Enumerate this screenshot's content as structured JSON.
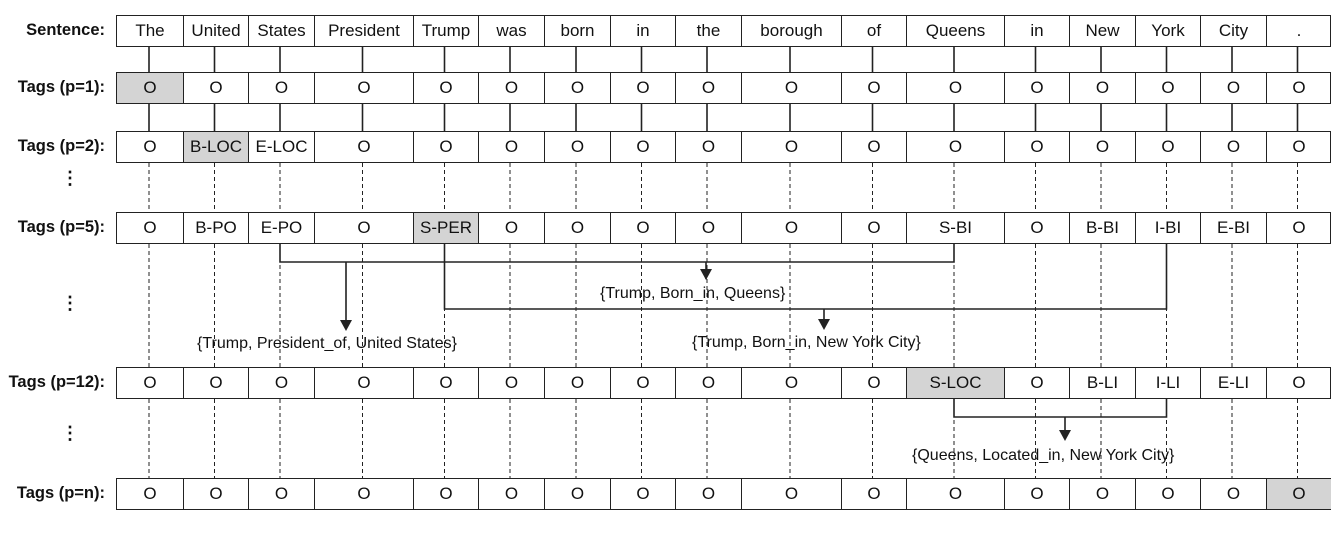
{
  "sentence": {
    "label": "Sentence:",
    "tokens": [
      "The",
      "United",
      "States",
      "President",
      "Trump",
      "was",
      "born",
      "in",
      "the",
      "borough",
      "of",
      "Queens",
      "in",
      "New",
      "York",
      "City",
      "."
    ]
  },
  "tag_rows": [
    {
      "label": "Tags (p=1):",
      "tags": [
        "O",
        "O",
        "O",
        "O",
        "O",
        "O",
        "O",
        "O",
        "O",
        "O",
        "O",
        "O",
        "O",
        "O",
        "O",
        "O",
        "O"
      ],
      "highlight": [
        0
      ]
    },
    {
      "label": "Tags (p=2):",
      "tags": [
        "O",
        "B-LOC",
        "E-LOC",
        "O",
        "O",
        "O",
        "O",
        "O",
        "O",
        "O",
        "O",
        "O",
        "O",
        "O",
        "O",
        "O",
        "O"
      ],
      "highlight": [
        1
      ]
    },
    {
      "label": "Tags (p=5):",
      "tags": [
        "O",
        "B-PO",
        "E-PO",
        "O",
        "S-PER",
        "O",
        "O",
        "O",
        "O",
        "O",
        "O",
        "S-BI",
        "O",
        "B-BI",
        "I-BI",
        "E-BI",
        "O"
      ],
      "highlight": [
        4
      ]
    },
    {
      "label": "Tags (p=12):",
      "tags": [
        "O",
        "O",
        "O",
        "O",
        "O",
        "O",
        "O",
        "O",
        "O",
        "O",
        "O",
        "S-LOC",
        "O",
        "B-LI",
        "I-LI",
        "E-LI",
        "O"
      ],
      "highlight": [
        11
      ]
    },
    {
      "label": "Tags (p=n):",
      "tags": [
        "O",
        "O",
        "O",
        "O",
        "O",
        "O",
        "O",
        "O",
        "O",
        "O",
        "O",
        "O",
        "O",
        "O",
        "O",
        "O",
        "O"
      ],
      "highlight": [
        16
      ]
    }
  ],
  "ellipsis": "⋮",
  "triples": {
    "president_of": "{Trump, President_of, United States}",
    "born_in_queens": "{Trump, Born_in, Queens}",
    "born_in_nyc": "{Trump, Born_in, New York City}",
    "located_in": "{Queens, Located_in, New York City}"
  },
  "colors": {
    "highlight": "#d4d4d4",
    "line": "#222222"
  }
}
